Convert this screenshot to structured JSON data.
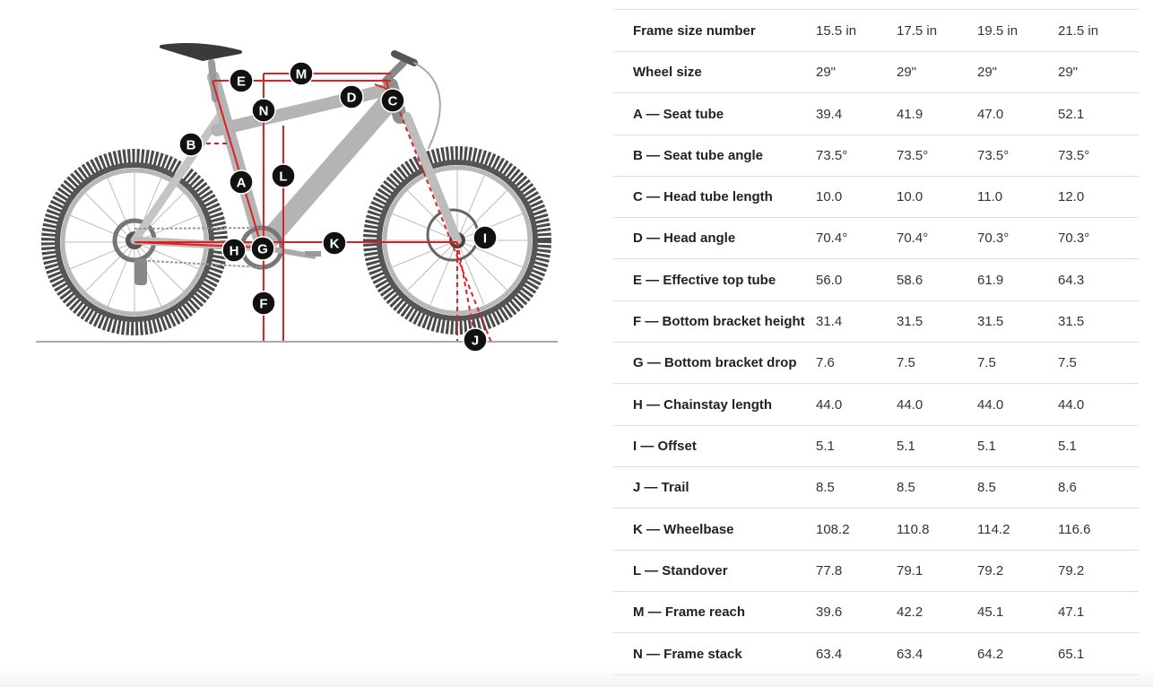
{
  "diagram": {
    "callouts": [
      "A",
      "B",
      "C",
      "D",
      "E",
      "F",
      "G",
      "H",
      "I",
      "J",
      "K",
      "L",
      "M",
      "N"
    ],
    "colors": {
      "frame": "#b3b3b3",
      "tire": "#555555",
      "measure": "#e02020",
      "callout": "#111111"
    }
  },
  "table": {
    "rows": [
      {
        "label": "Frame size number",
        "values": [
          "15.5 in",
          "17.5 in",
          "19.5 in",
          "21.5 in"
        ]
      },
      {
        "label": "Wheel size",
        "values": [
          "29\"",
          "29\"",
          "29\"",
          "29\""
        ]
      },
      {
        "label": "A — Seat tube",
        "values": [
          "39.4",
          "41.9",
          "47.0",
          "52.1"
        ]
      },
      {
        "label": "B — Seat tube angle",
        "values": [
          "73.5°",
          "73.5°",
          "73.5°",
          "73.5°"
        ]
      },
      {
        "label": "C — Head tube length",
        "values": [
          "10.0",
          "10.0",
          "11.0",
          "12.0"
        ]
      },
      {
        "label": "D — Head angle",
        "values": [
          "70.4°",
          "70.4°",
          "70.3°",
          "70.3°"
        ]
      },
      {
        "label": "E — Effective top tube",
        "values": [
          "56.0",
          "58.6",
          "61.9",
          "64.3"
        ]
      },
      {
        "label": "F — Bottom bracket height",
        "values": [
          "31.4",
          "31.5",
          "31.5",
          "31.5"
        ]
      },
      {
        "label": "G — Bottom bracket drop",
        "values": [
          "7.6",
          "7.5",
          "7.5",
          "7.5"
        ]
      },
      {
        "label": "H — Chainstay length",
        "values": [
          "44.0",
          "44.0",
          "44.0",
          "44.0"
        ]
      },
      {
        "label": "I — Offset",
        "values": [
          "5.1",
          "5.1",
          "5.1",
          "5.1"
        ]
      },
      {
        "label": "J — Trail",
        "values": [
          "8.5",
          "8.5",
          "8.5",
          "8.6"
        ]
      },
      {
        "label": "K — Wheelbase",
        "values": [
          "108.2",
          "110.8",
          "114.2",
          "116.6"
        ]
      },
      {
        "label": "L — Standover",
        "values": [
          "77.8",
          "79.1",
          "79.2",
          "79.2"
        ]
      },
      {
        "label": "M — Frame reach",
        "values": [
          "39.6",
          "42.2",
          "45.1",
          "47.1"
        ]
      },
      {
        "label": "N — Frame stack",
        "values": [
          "63.4",
          "63.4",
          "64.2",
          "65.1"
        ]
      }
    ]
  }
}
